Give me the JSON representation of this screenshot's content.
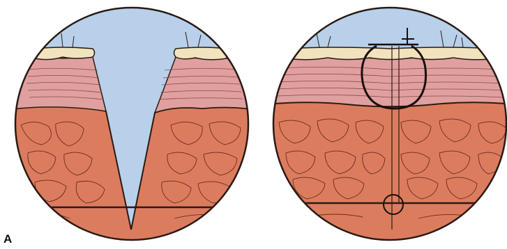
{
  "figure": {
    "panel_label": "A"
  },
  "colors": {
    "background": "#ffffff",
    "sky": "#b8d0ea",
    "epidermis": "#f2e3bf",
    "dermis": "#e0a0a0",
    "subcutaneous": "#dc7c5e",
    "ink": "#2a1a14",
    "watermark": "#eef2f8"
  },
  "panels": [
    {
      "depicts": "open-wound",
      "layers": [
        "sky",
        "epidermis",
        "dermis",
        "subcutaneous"
      ]
    },
    {
      "depicts": "sutured-wound",
      "layers": [
        "sky",
        "epidermis",
        "dermis",
        "subcutaneous"
      ],
      "marks": [
        "vertical-mattress-suture-loop",
        "deep-suture-knot"
      ]
    }
  ]
}
